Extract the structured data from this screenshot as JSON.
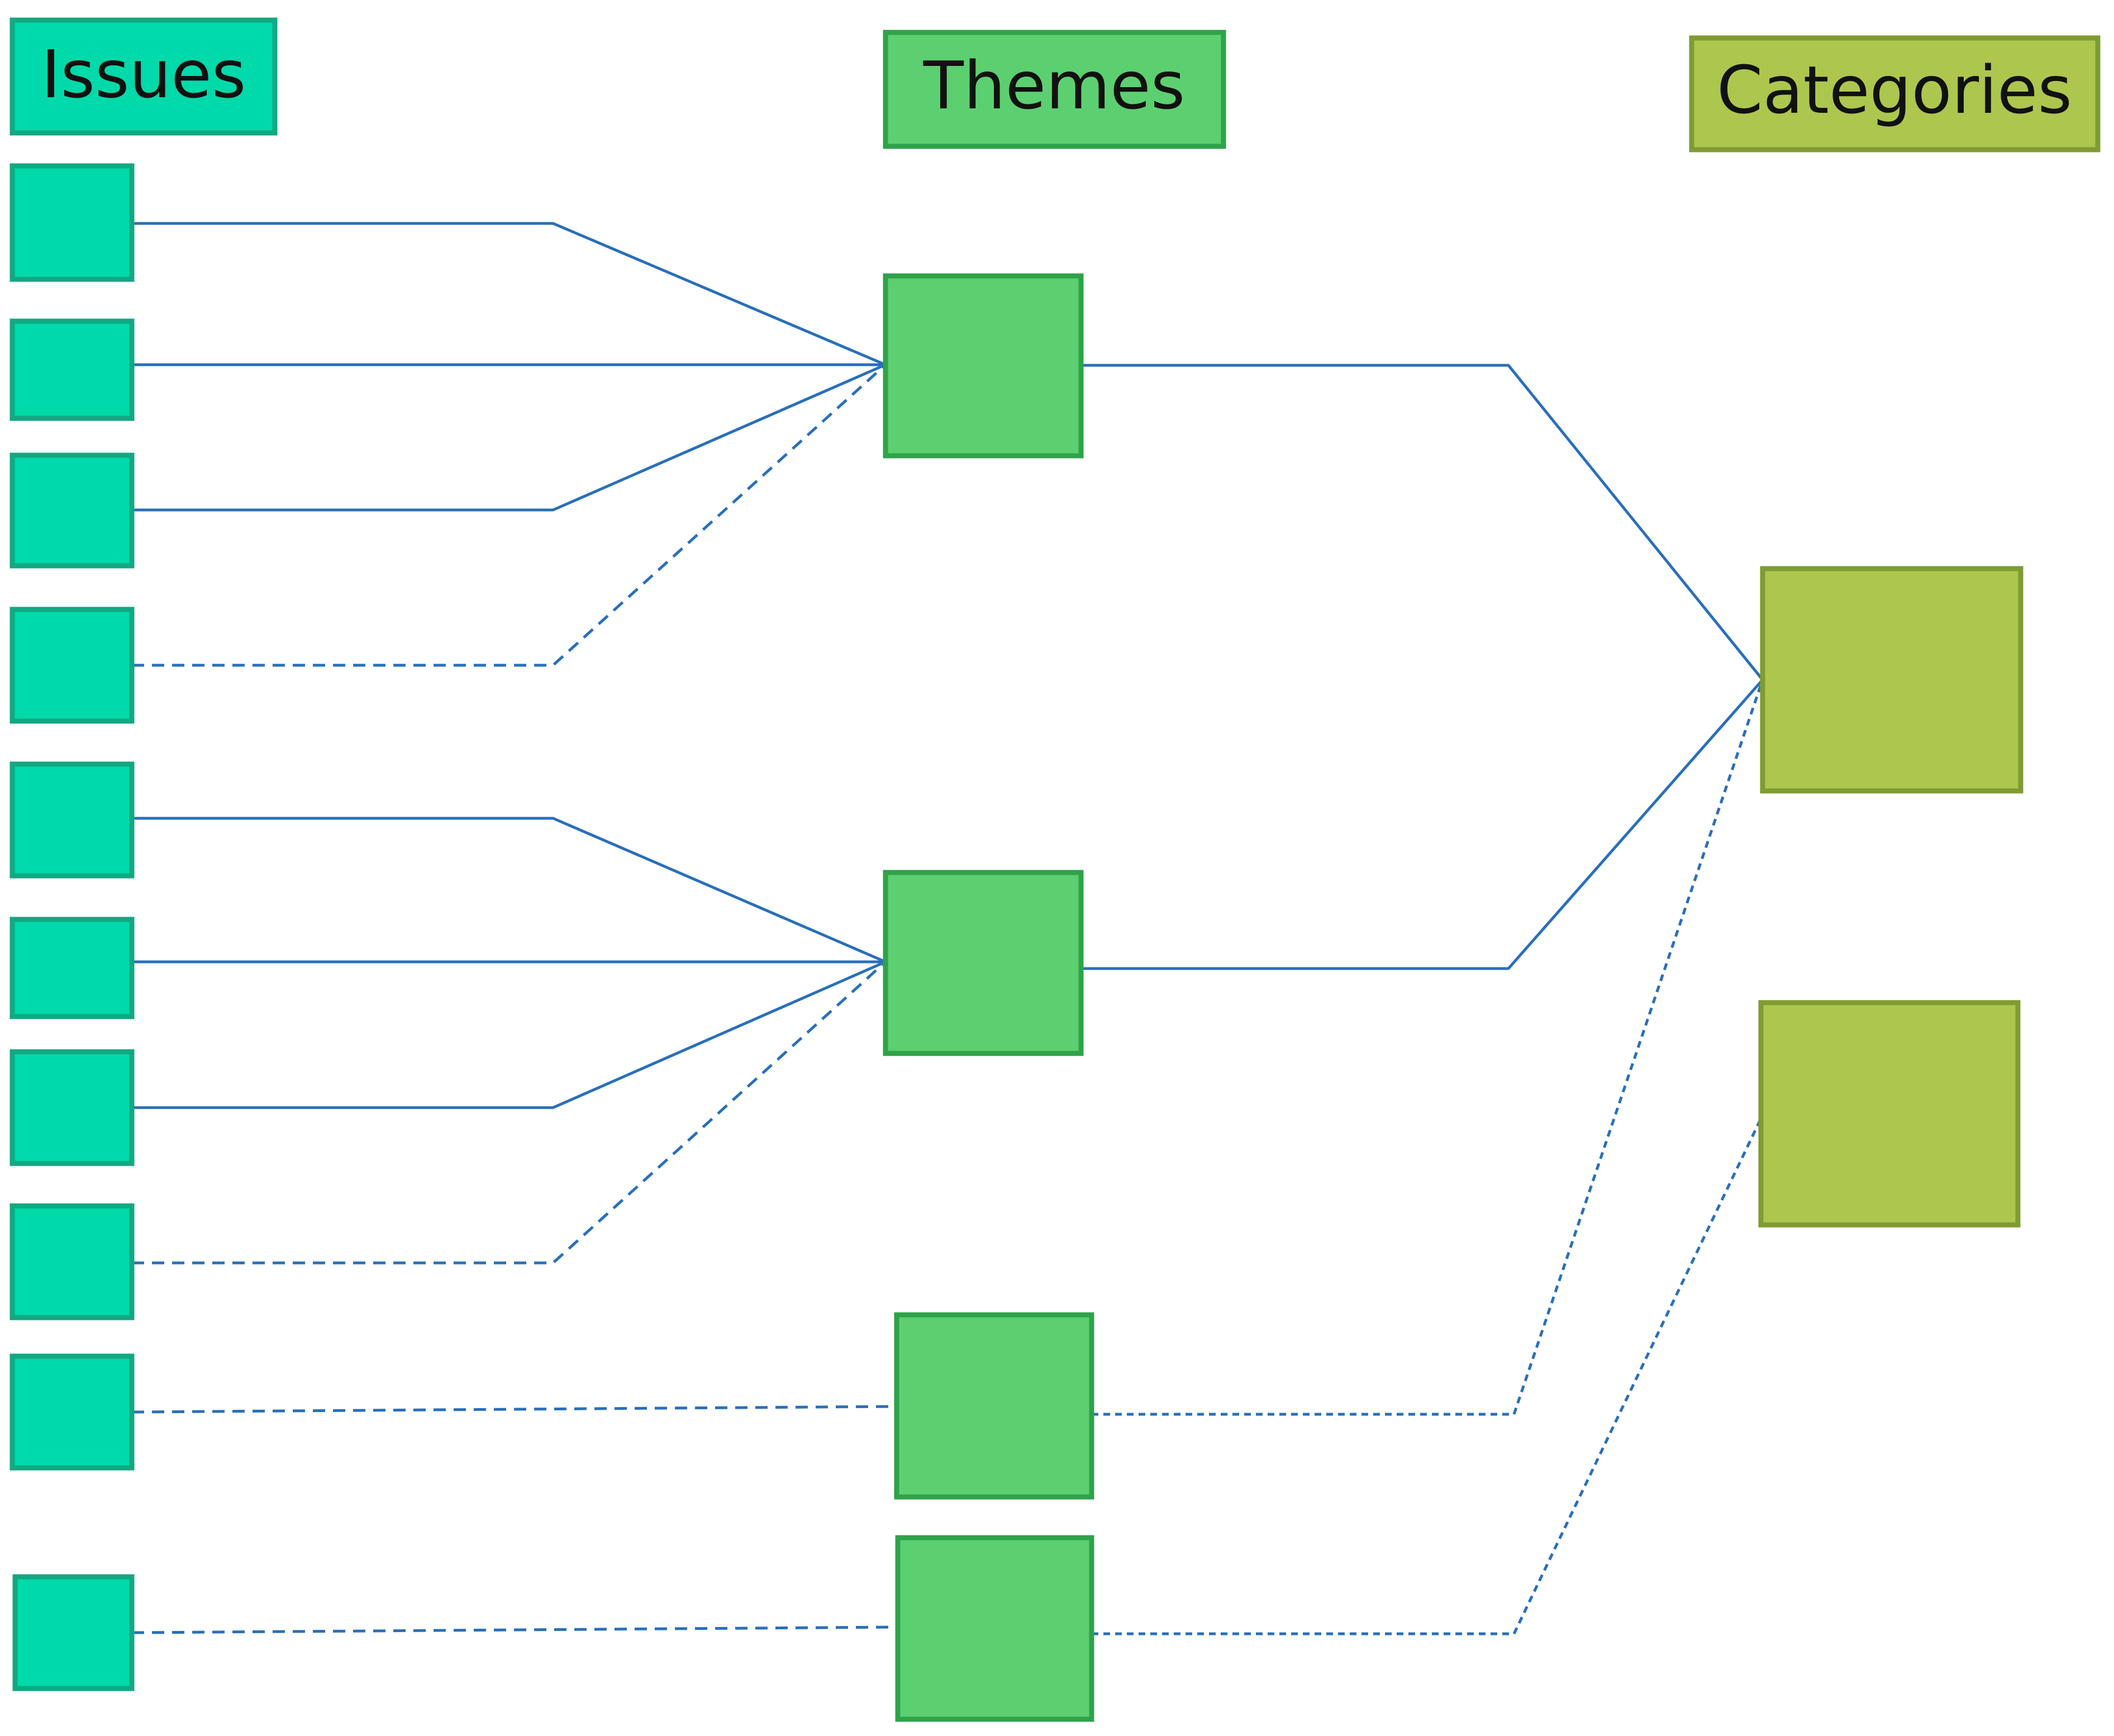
{
  "headers": {
    "issues": "Issues",
    "themes": "Themes",
    "categories": "Categories"
  },
  "colors": {
    "issue_fill": "#00d9a9",
    "issue_stroke": "#12a882",
    "theme_fill": "#5cd070",
    "theme_stroke": "#2fa24a",
    "category_fill": "#adc64e",
    "category_stroke": "#7f9b32",
    "line": "#2a6fba"
  },
  "nodes": {
    "issues": [
      "i1",
      "i2",
      "i3",
      "i4",
      "i5",
      "i6",
      "i7",
      "i8",
      "i9",
      "i10"
    ],
    "themes": [
      "t1",
      "t2",
      "t3",
      "t4"
    ],
    "categories": [
      "c1",
      "c2"
    ]
  },
  "links": [
    {
      "from": "i1",
      "to": "t1",
      "style": "solid"
    },
    {
      "from": "i2",
      "to": "t1",
      "style": "solid"
    },
    {
      "from": "i3",
      "to": "t1",
      "style": "solid"
    },
    {
      "from": "i4",
      "to": "t1",
      "style": "dashed"
    },
    {
      "from": "i5",
      "to": "t2",
      "style": "solid"
    },
    {
      "from": "i6",
      "to": "t2",
      "style": "solid"
    },
    {
      "from": "i7",
      "to": "t2",
      "style": "solid"
    },
    {
      "from": "i8",
      "to": "t2",
      "style": "dashed"
    },
    {
      "from": "i9",
      "to": "t3",
      "style": "dashed"
    },
    {
      "from": "i10",
      "to": "t4",
      "style": "dashed"
    },
    {
      "from": "t1",
      "to": "c1",
      "style": "solid"
    },
    {
      "from": "t2",
      "to": "c1",
      "style": "solid"
    },
    {
      "from": "t3",
      "to": "c1",
      "style": "dotted"
    },
    {
      "from": "t4",
      "to": "c2",
      "style": "dotted"
    }
  ]
}
